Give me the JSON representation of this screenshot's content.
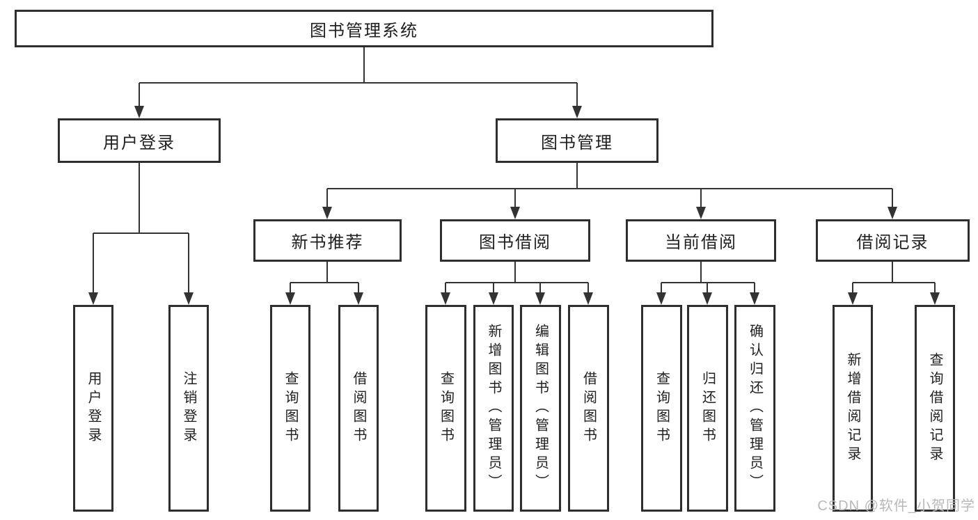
{
  "tree": {
    "root": {
      "label": "图书管理系统"
    },
    "children": [
      {
        "label": "用户登录",
        "children": [
          {
            "label": "用户登录"
          },
          {
            "label": "注销登录"
          }
        ]
      },
      {
        "label": "图书管理",
        "children": [
          {
            "label": "新书推荐",
            "children": [
              {
                "label": "查询图书"
              },
              {
                "label": "借阅图书"
              }
            ]
          },
          {
            "label": "图书借阅",
            "children": [
              {
                "label": "查询图书"
              },
              {
                "label": "新增图书（管理员）"
              },
              {
                "label": "编辑图书（管理员）"
              },
              {
                "label": "借阅图书"
              }
            ]
          },
          {
            "label": "当前借阅",
            "children": [
              {
                "label": "查询图书"
              },
              {
                "label": "归还图书"
              },
              {
                "label": "确认归还（管理员）"
              }
            ]
          },
          {
            "label": "借阅记录",
            "children": [
              {
                "label": "新增借阅记录"
              },
              {
                "label": "查询借阅记录"
              }
            ]
          }
        ]
      }
    ]
  },
  "watermark": {
    "text": "CSDN @软件_小贺同学"
  },
  "colors": {
    "line": "#333333",
    "border": "#2e2e2e",
    "box_fill": "#ffffff",
    "text": "#1f1f1f",
    "watermark": "#b8b8b8",
    "background": "#ffffff"
  }
}
